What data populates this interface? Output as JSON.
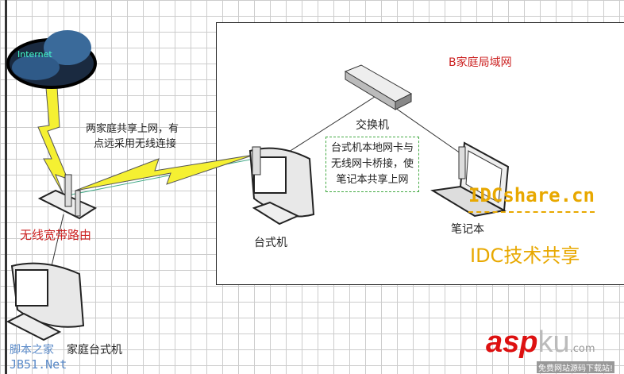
{
  "cloud": {
    "label": "Internet"
  },
  "lan_title": "B家庭局域网",
  "wireless_note": [
    "两家庭共享上网，有",
    "点远采用无线连接"
  ],
  "switch_label": "交换机",
  "bridge_note": [
    "台式机本地网卡与",
    "无线网卡桥接，使",
    "笔记本共享上网"
  ],
  "desktop_label": "台式机",
  "laptop_label": "笔记本",
  "router_label": "无线宽带路由",
  "home_pc_label": "家庭台式机",
  "watermarks": {
    "idc_site": "IDCshare.cn",
    "idc_title": "IDC技术共享",
    "jb51_cn": "脚本之家",
    "jb51_net": "JB51.Net",
    "aspku_a": "asp",
    "aspku_b": "ku",
    ".com": ".com",
    "aspku_slogan": "免费网站源码下载站!"
  },
  "colors": {
    "red": "#cc2222",
    "lightning": "#f5f032",
    "idc": "#e8a800"
  }
}
